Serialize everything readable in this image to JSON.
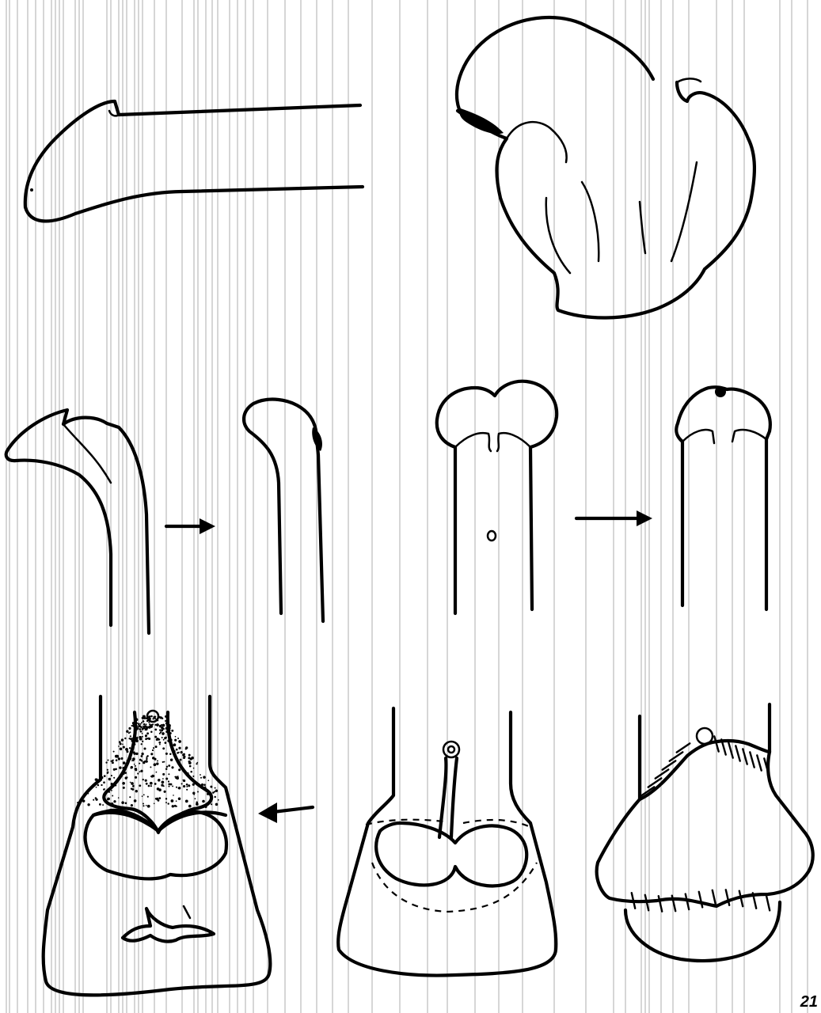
{
  "page": {
    "number": "21"
  },
  "figures": [
    {
      "id": "panel-1",
      "subject": "penis-lateral-view-with-ventral-curvature"
    },
    {
      "id": "panel-2",
      "subject": "glans-and-foreskin-mass"
    },
    {
      "id": "panel-3a",
      "subject": "curved-shaft-before"
    },
    {
      "id": "panel-3b",
      "subject": "straightened-shaft-after"
    },
    {
      "id": "panel-4a",
      "subject": "glans-ventral-view-with-meatus"
    },
    {
      "id": "panel-4b",
      "subject": "glans-repositioned-meatus-at-tip"
    },
    {
      "id": "panel-5a",
      "subject": "flap-with-exposed-area"
    },
    {
      "id": "panel-5b",
      "subject": "incision-with-dashed-lines"
    },
    {
      "id": "panel-5c",
      "subject": "sutured-closure"
    }
  ],
  "arrows": [
    {
      "id": "arrow-1",
      "direction": "right"
    },
    {
      "id": "arrow-2",
      "direction": "right"
    },
    {
      "id": "arrow-3",
      "direction": "left"
    }
  ]
}
